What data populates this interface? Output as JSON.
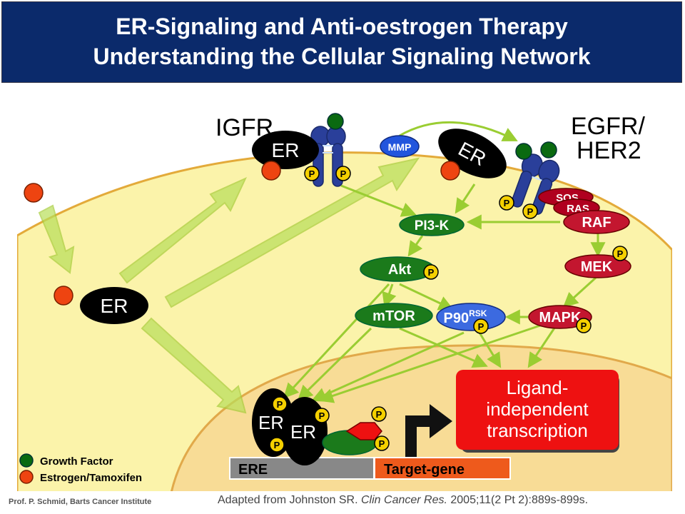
{
  "title": {
    "line1": "ER-Signaling and Anti-oestrogen Therapy",
    "line2": "Understanding the Cellular Signaling Network"
  },
  "receptors": {
    "igfr": "IGFR",
    "egfr_line1": "EGFR/",
    "egfr_line2": "HER2"
  },
  "nodes": {
    "er": "ER",
    "mmp": "MMP",
    "pi3k": "PI3-K",
    "akt": "Akt",
    "mtor": "mTOR",
    "p90": "P90",
    "p90_sup": "RSK",
    "sos": "SOS",
    "ras": "RAS",
    "raf": "RAF",
    "mek": "MEK",
    "mapk": "MAPK",
    "phospho": "P"
  },
  "outcome": {
    "line1": "Ligand-",
    "line2": "independent",
    "line3": "transcription"
  },
  "dna": {
    "ere": "ERE",
    "target": "Target-gene"
  },
  "legend": {
    "growth_factor": "Growth Factor",
    "estrogen": "Estrogen/Tamoxifen"
  },
  "footer": {
    "credit": "Prof. P. Schmid, Barts Cancer Institute",
    "citation_pre": "Adapted from Johnston SR. ",
    "citation_journal": "Clin Cancer Res.",
    "citation_post": " 2005;11(2 Pt 2):889s-899s."
  },
  "colors": {
    "header_bg": "#0b2a6b",
    "cell": "#fbf3aa",
    "nucleus": "#f8dc96",
    "arrow": "#9acd32",
    "green_node": "#1b7a1b",
    "red_node": "#c3162f",
    "blue_node": "#3c6ae0",
    "phospho": "#f5d000",
    "outcome": "#ee1111",
    "estrogen": "#ee4411",
    "growth_factor": "#0a6a10",
    "receptor": "#2a3f9a"
  }
}
